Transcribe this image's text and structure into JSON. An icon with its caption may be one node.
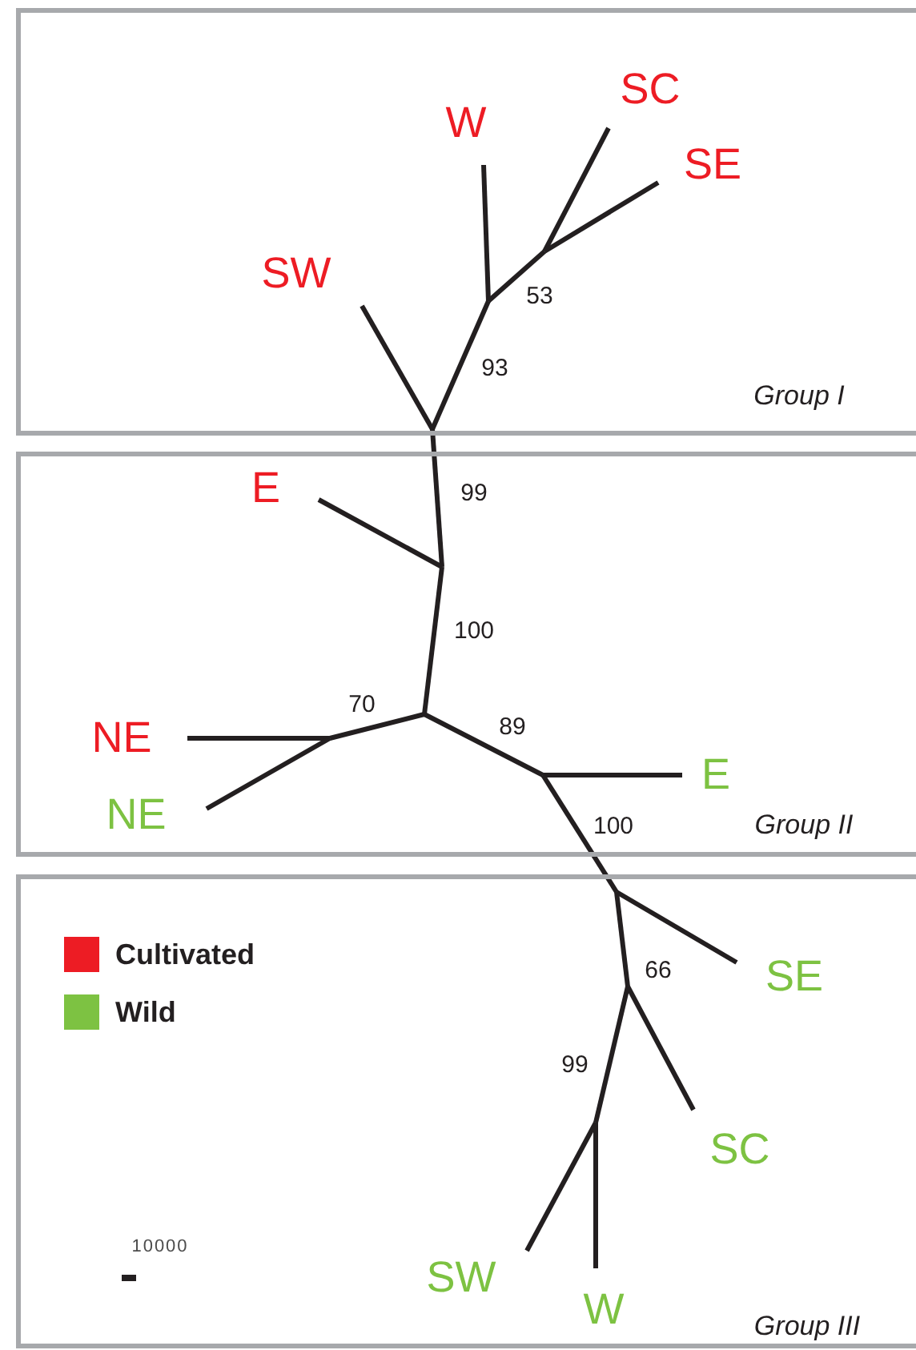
{
  "diagram": {
    "nodes": [
      {
        "text": [
          "W",
          "SC",
          "SE",
          "SW",
          "53",
          "93",
          "Group I"
        ]
      },
      {
        "text": [
          "E",
          "99",
          "100",
          "70",
          "NE",
          "NE",
          "89",
          "E",
          "100",
          "Group II"
        ]
      },
      {
        "text": [
          "66",
          "SE",
          "99",
          "SC",
          "10000",
          "SW",
          "W",
          "Group III"
        ]
      }
    ],
    "legend": [
      {
        "text": "Cultivated",
        "color": "#ed1c24"
      },
      {
        "text": "Wild",
        "color": "#7dc242"
      }
    ]
  }
}
